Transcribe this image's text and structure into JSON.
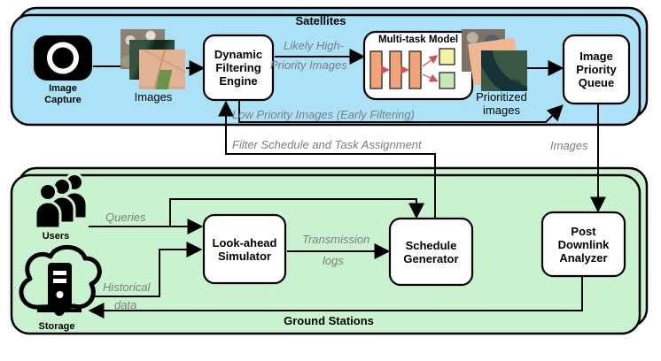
{
  "diagram": {
    "satellites": {
      "title": "Satellites",
      "image_capture_label": [
        "Image",
        "Capture"
      ],
      "images_label": "Images",
      "dynamic_filtering_engine": [
        "Dynamic",
        "Filtering",
        "Engine"
      ],
      "multi_task_model_title": "Multi-task Model",
      "prioritized_label": [
        "Prioritized",
        "images"
      ],
      "image_priority_queue": [
        "Image",
        "Priority",
        "Queue"
      ]
    },
    "ground_stations": {
      "title": "Ground Stations",
      "users_label": "Users",
      "storage_label": "Storage",
      "look_ahead_simulator": [
        "Look-ahead",
        "Simulator"
      ],
      "schedule_generator": [
        "Schedule",
        "Generator"
      ],
      "post_downlink_analyzer": [
        "Post",
        "Downlink",
        "Analyzer"
      ]
    },
    "edges": {
      "likely_high_priority": [
        "Likely High-",
        "Priority Images"
      ],
      "low_priority": "Low Priority Images (Early Filtering)",
      "filter_schedule": "Filter Schedule and Task Assignment",
      "images_to_analyzer": "Images",
      "queries": "Queries",
      "historical_data": [
        "Historical",
        "data"
      ],
      "transmission_logs": [
        "Transmission",
        "logs"
      ]
    },
    "colors": {
      "satellites_fill": "#ABE2F8",
      "ground_fill": "#C9F2CE",
      "edge_label_gray": "#7E7E7E",
      "model_layer_orange": "#F2A478",
      "model_head_yellow": "#F5F2A3",
      "model_head_green": "#C6EBB8",
      "model_arrow_red": "#D84C4C",
      "outline_black": "#000000"
    }
  }
}
